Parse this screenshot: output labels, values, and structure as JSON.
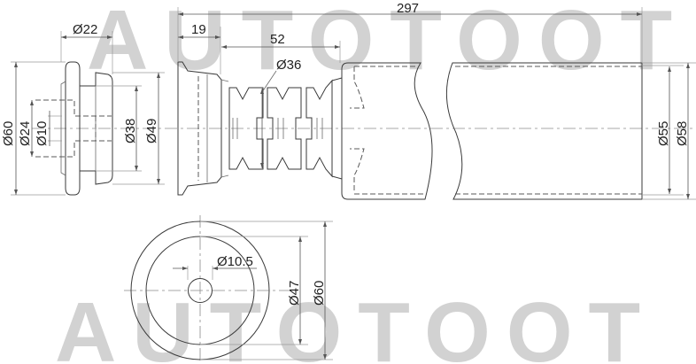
{
  "watermark": {
    "top": "AUTOTOOT",
    "bottom": "AUTOTOOT",
    "color": "#d2d2d2"
  },
  "drawing": {
    "line_color": "#3a3a3a",
    "part": "shock absorber dust boot / bump stop"
  },
  "dimensions": {
    "overall_length": "297",
    "flange_length": "19",
    "bellows_length": "52",
    "bellows_diameter": "Ø36",
    "tube_inner_diameter": "Ø55",
    "tube_outer_diameter": "Ø58",
    "side_view": {
      "width": "Ø22",
      "outer": "Ø60",
      "mid": "Ø24",
      "hole": "Ø10",
      "hub": "Ø38",
      "shoulder": "Ø49"
    },
    "end_view": {
      "hole": "Ø10.5",
      "inner": "Ø47",
      "outer": "Ø60"
    }
  }
}
